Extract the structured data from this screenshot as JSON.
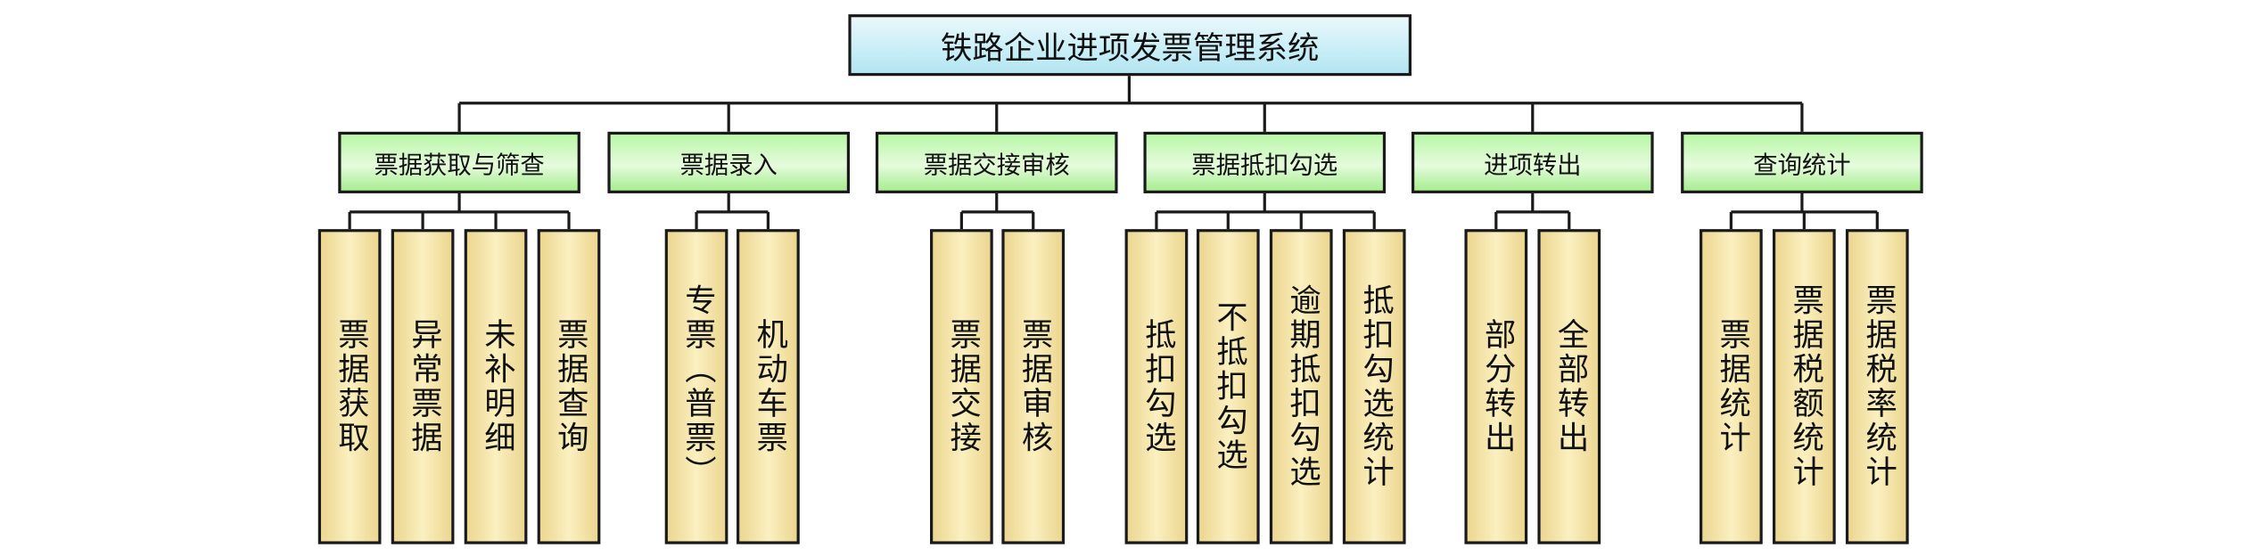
{
  "title": "铁路企业进项发票管理系统",
  "groups": [
    {
      "label": "票据获取与筛查",
      "children": [
        "票据获取",
        "异常票据",
        "未补明细",
        "票据查询"
      ]
    },
    {
      "label": "票据录入",
      "children": [
        "专票（普票）",
        "机动车票"
      ]
    },
    {
      "label": "票据交接审核",
      "children": [
        "票据交接",
        "票据审核"
      ]
    },
    {
      "label": "票据抵扣勾选",
      "children": [
        "抵扣勾选",
        "不抵扣勾选",
        "逾期抵扣勾选",
        "抵扣勾选统计"
      ]
    },
    {
      "label": "进项转出",
      "children": [
        "部分转出",
        "全部转出"
      ]
    },
    {
      "label": "查询统计",
      "children": [
        "票据统计",
        "票据税额统计",
        "票据税率统计"
      ]
    }
  ]
}
